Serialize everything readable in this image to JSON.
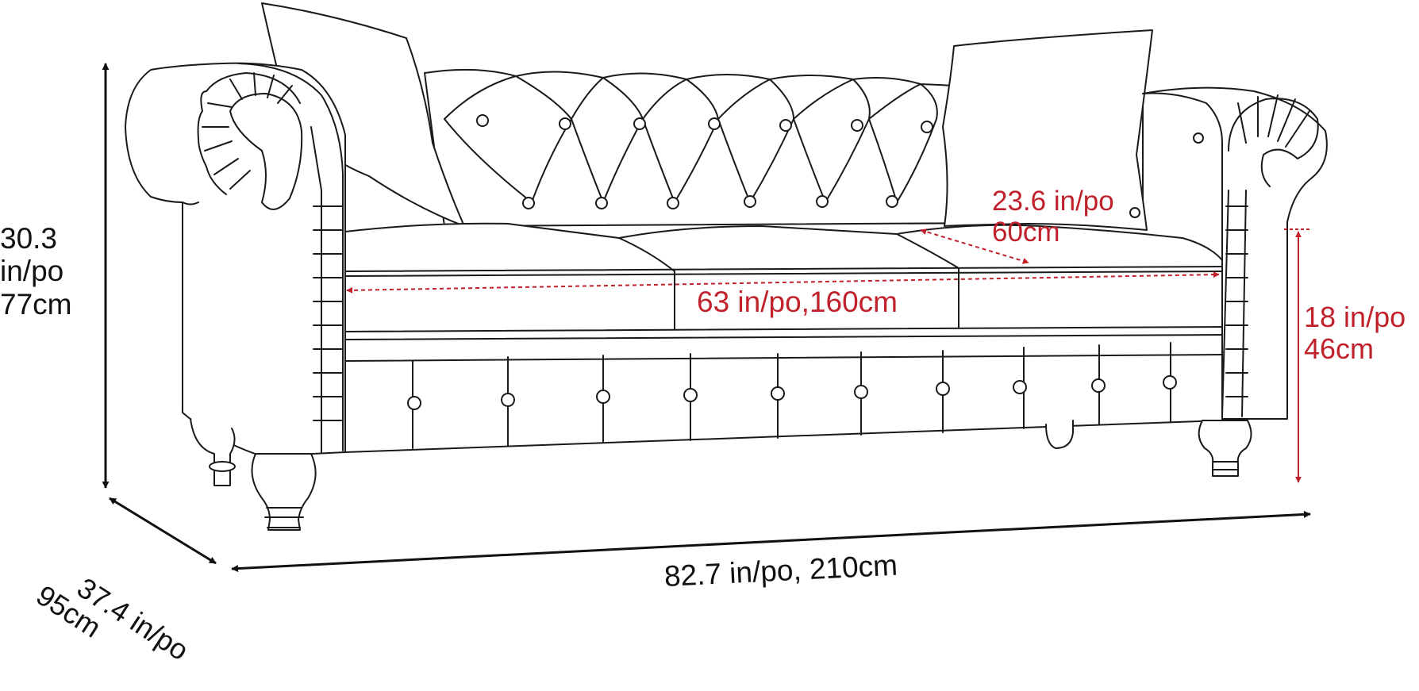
{
  "colors": {
    "drawing": "#1a1a1a",
    "outer_dimension": "#111111",
    "inner_dimension": "#c0212b",
    "background": "#ffffff"
  },
  "dimensions": {
    "height": {
      "line1": "30.3",
      "line2": "in/po",
      "line3": "77cm"
    },
    "depth": {
      "line1": "37.4 in/po",
      "line2": "95cm"
    },
    "width": {
      "text": "82.7 in/po, 210cm"
    },
    "seat_width": {
      "text": "63 in/po,160cm"
    },
    "seat_depth": {
      "line1": "23.6 in/po",
      "line2": "60cm"
    },
    "seat_height": {
      "line1": "18 in/po",
      "line2": "46cm"
    }
  }
}
